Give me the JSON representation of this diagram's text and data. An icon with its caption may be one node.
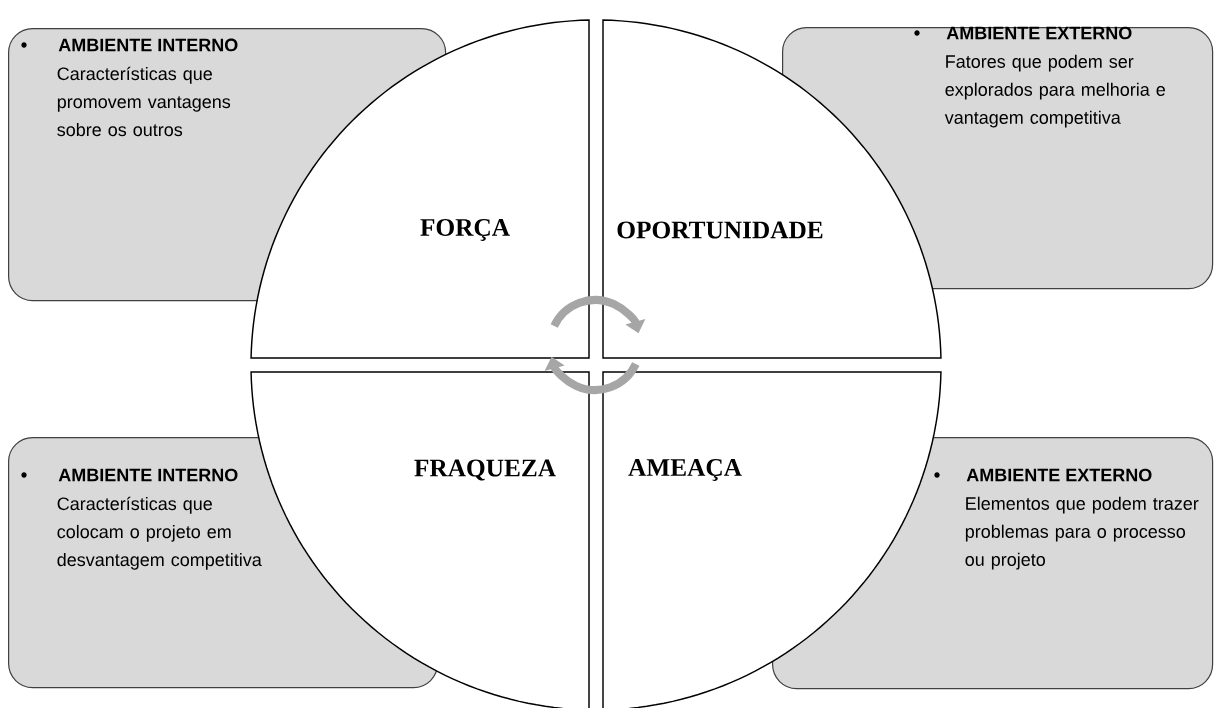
{
  "diagram": {
    "nodes": [
      {
        "text": [
          "AMBIENTE INTERNO",
          "Características que promovem vantagens sobre os outros"
        ]
      },
      {
        "text": [
          "FORÇA"
        ]
      },
      {
        "text": [
          "OPORTUNIDADE"
        ]
      },
      {
        "text": [
          "AMBIENTE EXTERNO",
          "Fatores que podem ser explorados para melhoria e vantagem competitiva"
        ]
      },
      {
        "text": [
          "AMBIENTE INTERNO",
          "Características que colocam o projeto em desvantagem competitiva"
        ]
      },
      {
        "text": [
          "FRAQUEZA"
        ]
      },
      {
        "text": [
          "AMEAÇA"
        ]
      },
      {
        "text": [
          "AMBIENTE EXTERNO",
          "Elementos que podem trazer problemas para o processo ou projeto"
        ]
      }
    ],
    "edges": [
      {
        "from": 1,
        "to": 2,
        "arrow": "to"
      },
      {
        "from": 6,
        "to": 5,
        "arrow": "to"
      }
    ]
  }
}
